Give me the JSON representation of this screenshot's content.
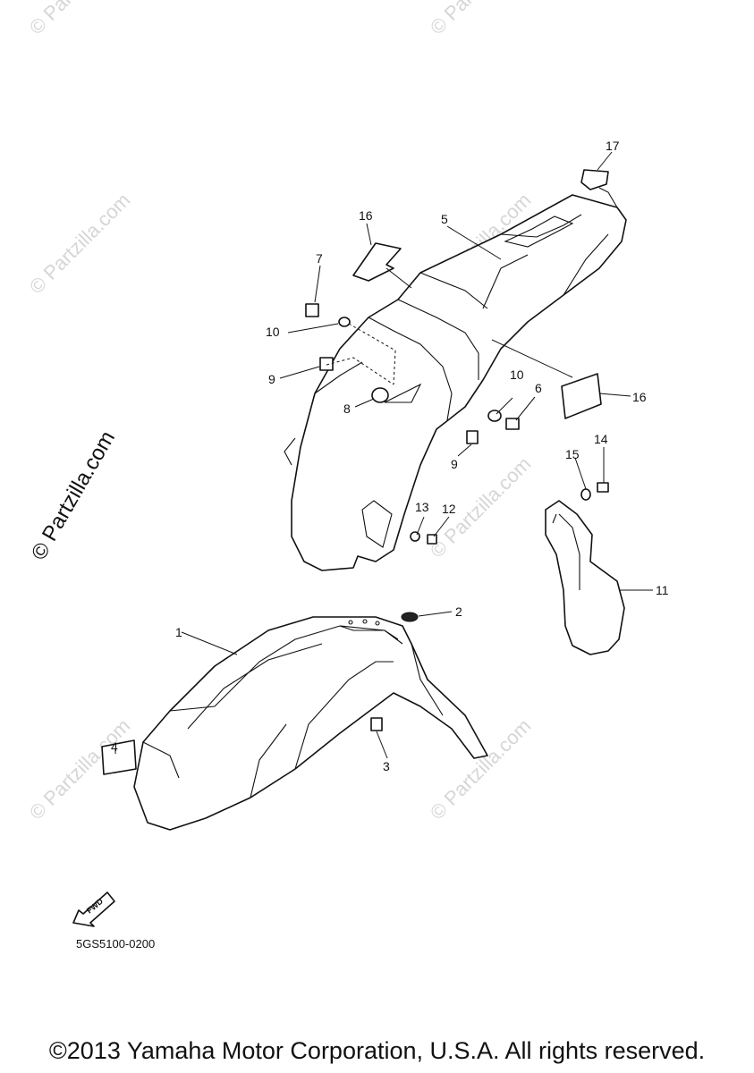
{
  "watermark": {
    "small_text": "© Partzilla.com",
    "large_text": "© Partzilla.com"
  },
  "callouts": {
    "c1": "1",
    "c2": "2",
    "c3": "3",
    "c4": "4",
    "c5": "5",
    "c6": "6",
    "c7": "7",
    "c8": "8",
    "c9a": "9",
    "c9b": "9",
    "c10a": "10",
    "c10b": "10",
    "c11": "11",
    "c12": "12",
    "c13": "13",
    "c14": "14",
    "c15": "15",
    "c16a": "16",
    "c16b": "16",
    "c17": "17"
  },
  "fwd_label": "FWD",
  "diagram_code": "5GS5100-0200",
  "copyright": "©2013 Yamaha Motor Corporation, U.S.A. All rights reserved."
}
